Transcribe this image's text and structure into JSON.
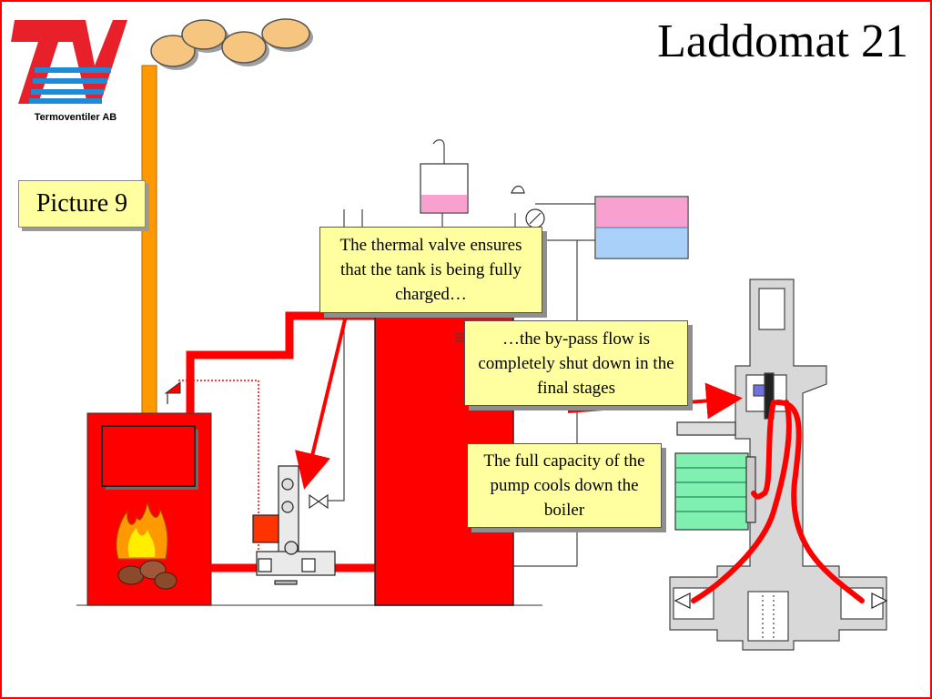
{
  "title": "Laddomat 21",
  "logo": {
    "company": "Termoventiler AB",
    "colors": {
      "red": "#e8202a",
      "blue": "#1e8ad8"
    }
  },
  "picture_label": "Picture 9",
  "callouts": {
    "thermal_valve": "The thermal valve ensures that the tank is being fully charged…",
    "bypass": "…the by-pass flow is completely shut down in the final stages",
    "pump": "The full capacity of the pump cools down the boiler"
  },
  "colors": {
    "boiler": "#ff0000",
    "tank": "#ff0000",
    "pipe": "#ff0000",
    "chimney": "#ff9900",
    "smoke": "#f6c680",
    "pump_motor": "#80f0b0",
    "expansion_pink": "#f8a0d0",
    "expansion_blue": "#a8d0f8",
    "callout_bg": "#ffffa0",
    "valve_body": "#d8d8d8"
  },
  "icons": [
    "logo-tv",
    "smoke-cloud",
    "flame-icon",
    "pump-icon",
    "shutoff-valve-icon",
    "thermometer-icon",
    "arrow-icon"
  ]
}
